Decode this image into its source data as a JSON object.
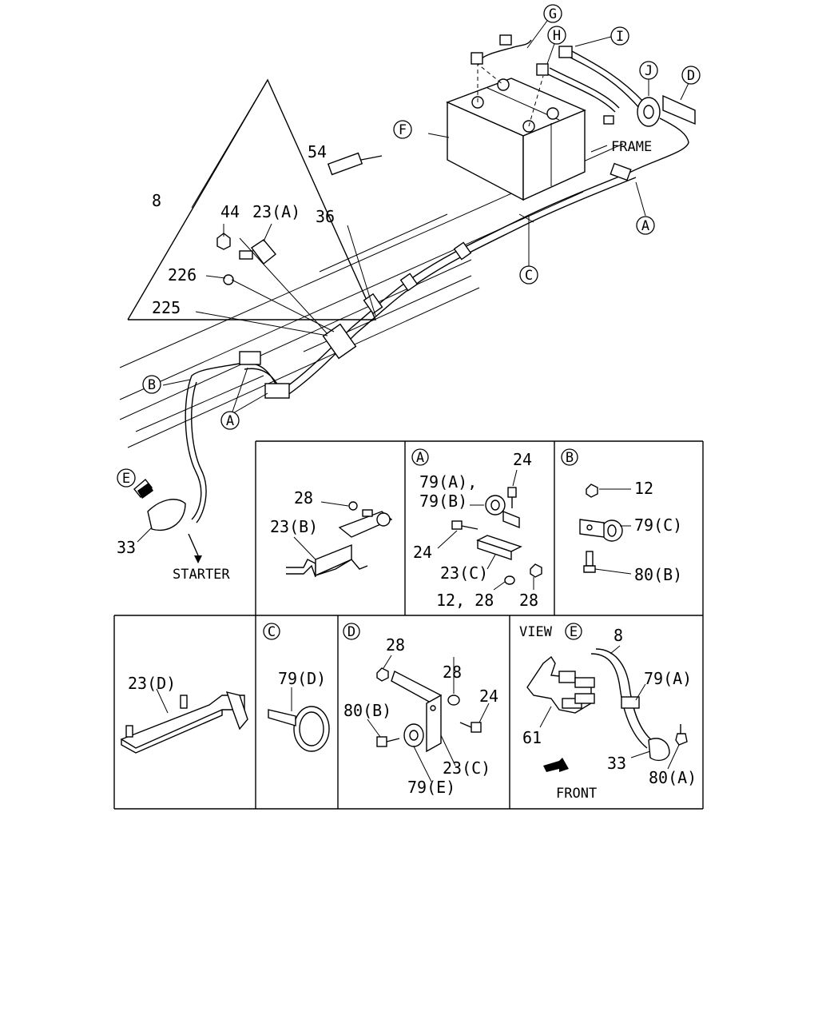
{
  "main": {
    "callouts": {
      "n8": "8",
      "n54": "54",
      "n44": "44",
      "n23a": "23(A)",
      "n36": "36",
      "n226": "226",
      "n225": "225",
      "n33": "33",
      "frame": "FRAME",
      "starter": "STARTER",
      "G": "G",
      "H": "H",
      "I": "I",
      "J": "J",
      "D": "D",
      "F": "F",
      "A1": "A",
      "C1": "C",
      "B1": "B",
      "A2": "A",
      "E": "E"
    }
  },
  "panels": {
    "p23b": {
      "n28": "28",
      "n23b": "23(B)"
    },
    "pA": {
      "letter": "A",
      "n24a": "24",
      "n79ab_1": "79(A),",
      "n79ab_2": "79(B)",
      "n24b": "24",
      "n23c": "23(C)",
      "n1228": "12, 28",
      "n28": "28"
    },
    "pB": {
      "letter": "B",
      "n12": "12",
      "n79c": "79(C)",
      "n80b": "80(B)"
    },
    "p23d": {
      "n23d": "23(D)"
    },
    "pC": {
      "letter": "C",
      "n79d": "79(D)"
    },
    "pD": {
      "letter": "D",
      "n28a": "28",
      "n28b": "28",
      "n24": "24",
      "n80b": "80(B)",
      "n23c": "23(C)",
      "n79e": "79(E)"
    },
    "pE": {
      "view": "VIEW",
      "letter": "E",
      "n8": "8",
      "n79a": "79(A)",
      "n61": "61",
      "n33": "33",
      "n80a": "80(A)",
      "front": "FRONT"
    }
  }
}
